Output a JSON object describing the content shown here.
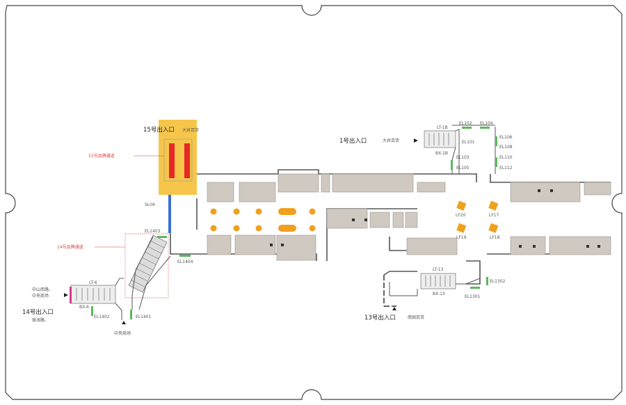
{
  "exits": {
    "exit15": {
      "label": "15号出入口",
      "sub": "大井百货"
    },
    "exit1": {
      "label": "1号出入口",
      "sub": "大井百货"
    },
    "exit14": {
      "label": "14号出入口",
      "sub": "珠海路、",
      "note1": "中山南路、",
      "note2": "中央商场"
    },
    "exit13": {
      "label": "13号出入口",
      "sub": "南国百货"
    },
    "bottom_note": "中央商场"
  },
  "annotations": {
    "brand15": "15号品牌通道",
    "brand14": "14号品牌通道"
  },
  "codes": {
    "sl09": "SL09",
    "el1403": "EL1403",
    "el1404": "EL1404",
    "el1402": "EL1402",
    "el1401": "EL1401",
    "lt6": "LT-6",
    "lt6b": "BX-6",
    "el102": "EL102",
    "el104": "EL104",
    "el101": "EL101",
    "el103": "EL103",
    "el105": "EL105",
    "el106": "EL106",
    "el108": "EL108",
    "el110": "EL110",
    "el112": "EL112",
    "lt1a": "LT-1B",
    "lt1b": "BX-1B",
    "lf20": "LF20",
    "lf17": "LF17",
    "lf19": "LF19",
    "lf18": "LF18",
    "lt13a": "LT-13",
    "lt13b": "BX-13",
    "el1302": "EL1302",
    "el1301": "EL1301"
  },
  "colors": {
    "highlight": "#f5c64a",
    "red": "#e62828",
    "blue": "#3a6fd0",
    "green": "#5cb85c",
    "orange": "#f0a020",
    "pink": "#d63a8e",
    "room": "#cfc9c2",
    "wall": "#555555"
  }
}
